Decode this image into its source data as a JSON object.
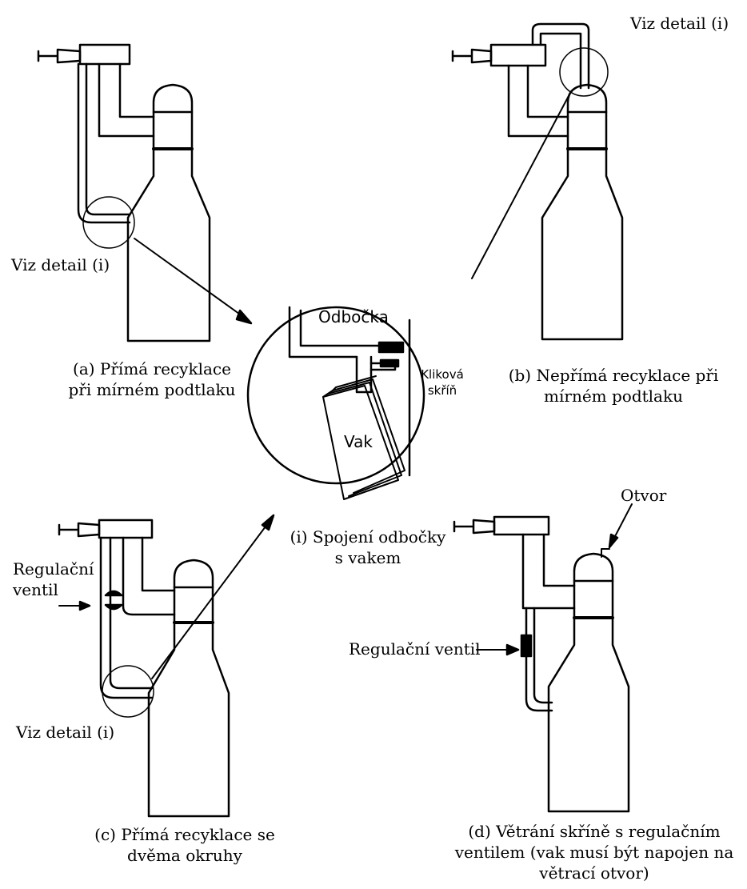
{
  "labels": {
    "viz_detail_top_right": "Viz detail (i)",
    "viz_detail_a": "Viz detail (i)",
    "viz_detail_c": "Viz detail (i)",
    "regulacni_ventil_c": [
      "Regulační",
      "ventil"
    ],
    "regulacni_ventil_d": "Regulační ventil",
    "otvor": "Otvor"
  },
  "captions": {
    "a": [
      "(a) Přímá recyklace",
      "při mírném podtlaku"
    ],
    "b": [
      "(b) Nepřímá recyklace při",
      "mírném podtlaku"
    ],
    "i": [
      "(i) Spojení odbočky",
      "s vakem"
    ],
    "c": [
      "(c) Přímá recyklace se",
      "dvěma okruhy"
    ],
    "d": [
      "(d) Větrání skříně s regulačním",
      "ventilem (vak musí být napojen na",
      "větrací otvor)"
    ]
  },
  "detail": {
    "odbocka": "Odbočka",
    "klikova": [
      "Kliková",
      "skříň"
    ],
    "vak": "Vak"
  },
  "colors": {
    "line": "#000000",
    "background": "#ffffff"
  }
}
